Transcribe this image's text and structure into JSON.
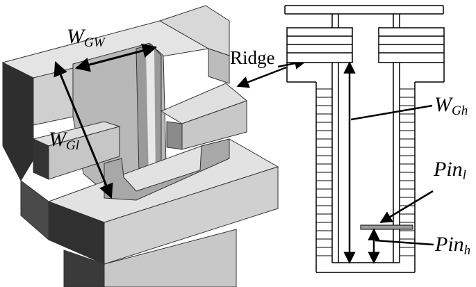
{
  "labels": {
    "wgw_main": "W",
    "wgw_sub": "GW",
    "wgl_main": "W",
    "wgl_sub": "Gl",
    "ridge": "Ridge",
    "wgh_main": "W",
    "wgh_sub": "Gh",
    "pinl_main": "Pin",
    "pinl_sub": "l",
    "pinh_main": "Pin",
    "pinh_sub": "h"
  },
  "colors": {
    "face_top": "#dcdcdc",
    "face_side": "#c4c4c4",
    "face_dark": "#2a2a2a",
    "face_shade": "#8a8a8a",
    "line": "#000000"
  }
}
